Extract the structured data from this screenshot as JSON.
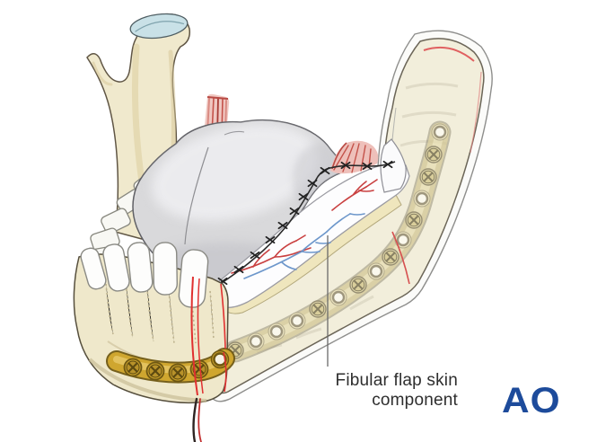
{
  "annotation": {
    "label_line1": "Fibular flap skin",
    "label_line2": "component"
  },
  "logo": {
    "text": "AO"
  },
  "colors": {
    "background": "#ffffff",
    "bone_cream": "#f0e9cd",
    "bone_shade": "#d9cb9e",
    "bone_outline": "#5f5544",
    "condyle_cartilage_blue": "#c9e1e7",
    "tongue_gray": "#d9d9db",
    "muscle_pink": "#eec0ba",
    "muscle_red": "#c4524a",
    "artery_red": "#c94040",
    "vein_blue": "#6d97cb",
    "suture_black": "#2b2b2b",
    "mandible_plate_gold": "#cfa62f",
    "fibula_plate_tan": "#ded0a0",
    "skin_paddle_white": "#fdfdfe",
    "fat_strip_cream": "#efe6bd",
    "osteotomy_red": "#e03030",
    "label_text": "#2e2e2e",
    "logo_blue": "#1d4b9b"
  },
  "parts": [
    "mandible-ramus-condyle",
    "teeth",
    "tongue",
    "cut-muscle-stumps",
    "fibular-graft",
    "fibular-flap-skin-component",
    "flap-vessels",
    "sutures",
    "reconstruction-plate",
    "mandible-gold-plate",
    "osteotomy-lines",
    "vascular-pedicle"
  ]
}
